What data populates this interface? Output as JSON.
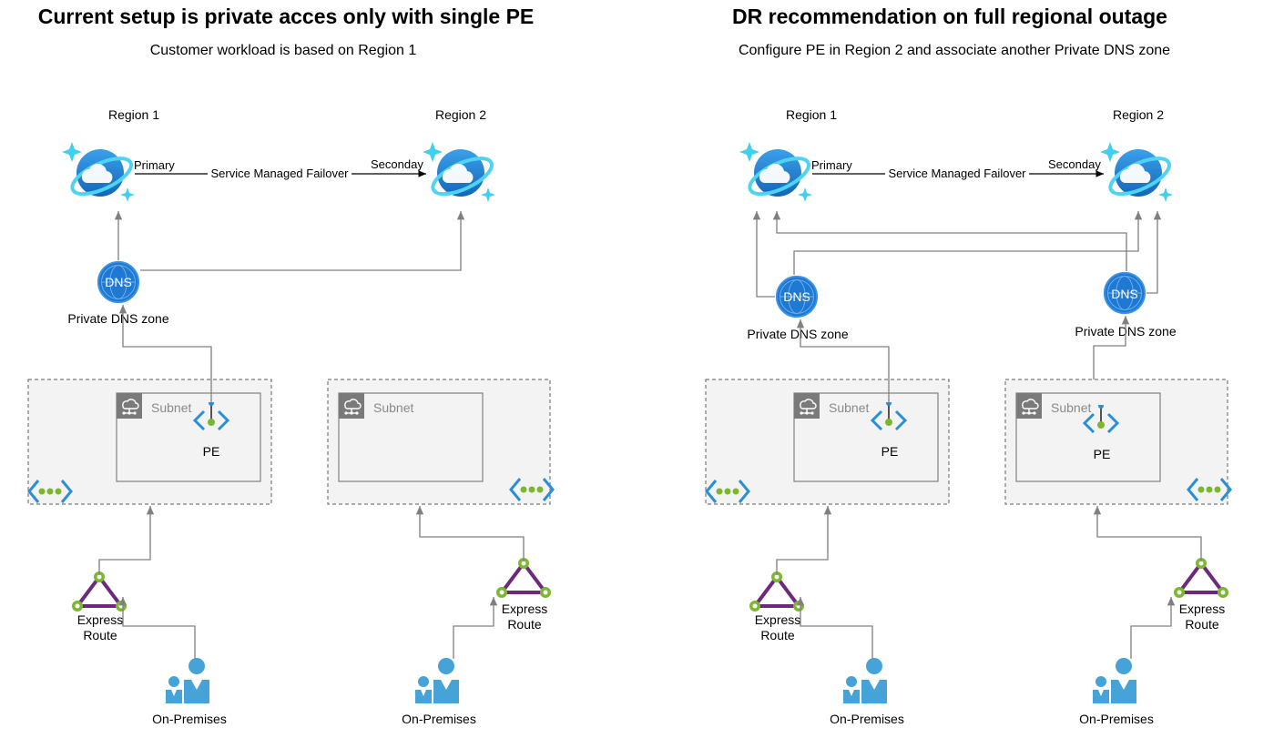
{
  "left": {
    "title": "Current setup is private acces only with single PE",
    "subtitle": "Customer workload is based on Region 1",
    "region1": "Region 1",
    "region2": "Region 2",
    "primary": "Primary",
    "secondary": "Seconday",
    "failover": "Service Managed Failover",
    "dns_icon": "DNS",
    "dns_label": "Private DNS zone",
    "subnet1": "Subnet",
    "subnet2": "Subnet",
    "pe": "PE",
    "er1_line1": "Express",
    "er1_line2": "Route",
    "er2_line1": "Express",
    "er2_line2": "Route",
    "onprem1": "On-Premises",
    "onprem2": "On-Premises"
  },
  "right": {
    "title": "DR recommendation on full regional outage",
    "subtitle": "Configure PE in Region 2 and associate another Private DNS zone",
    "region1": "Region 1",
    "region2": "Region 2",
    "primary": "Primary",
    "secondary": "Seconday",
    "failover": "Service Managed Failover",
    "dns1_icon": "DNS",
    "dns1_label": "Private DNS zone",
    "dns2_icon": "DNS",
    "dns2_label": "Private DNS zone",
    "subnet1": "Subnet",
    "subnet2": "Subnet",
    "pe1": "PE",
    "pe2": "PE",
    "er1_line1": "Express",
    "er1_line2": "Route",
    "er2_line1": "Express",
    "er2_line2": "Route",
    "onprem1": "On-Premises",
    "onprem2": "On-Premises"
  },
  "icons": {
    "cosmos": "cosmos-db-icon",
    "dns": "private-dns-zone-icon",
    "subnet": "subnet-icon",
    "pe": "private-endpoint-icon",
    "vnet": "virtual-network-icon",
    "expressroute": "expressroute-icon",
    "users": "on-premises-users-icon"
  },
  "colors": {
    "connector": "#808080",
    "cosmos_blue": "#1e88d6",
    "sparkle": "#3fd0f0",
    "dns_blue": "#1f78d1",
    "pe_blue": "#2a8fd6",
    "pe_green": "#7cb82f",
    "er_purple": "#6d2a7c",
    "er_green": "#7cb82f",
    "users_blue": "#45a3d8",
    "vnet_fill": "#f3f3f3",
    "subnet_border": "#8a8a8a"
  }
}
